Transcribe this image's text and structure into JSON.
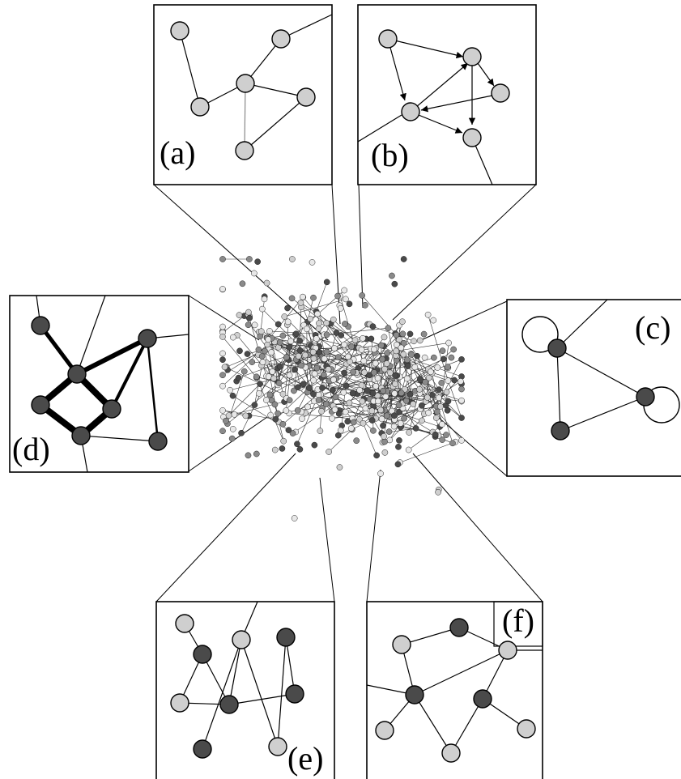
{
  "panels": [
    {
      "id": "a",
      "label": "(a)"
    },
    {
      "id": "b",
      "label": "(b)"
    },
    {
      "id": "c",
      "label": "(c)"
    },
    {
      "id": "d",
      "label": "(d)"
    },
    {
      "id": "e",
      "label": "(e)"
    },
    {
      "id": "f",
      "label": "(f)"
    }
  ],
  "colors": {
    "node_light": "#cfcfcf",
    "node_dark": "#4a4a4a",
    "node_mid": "#8a8a8a",
    "stroke": "#000000"
  }
}
